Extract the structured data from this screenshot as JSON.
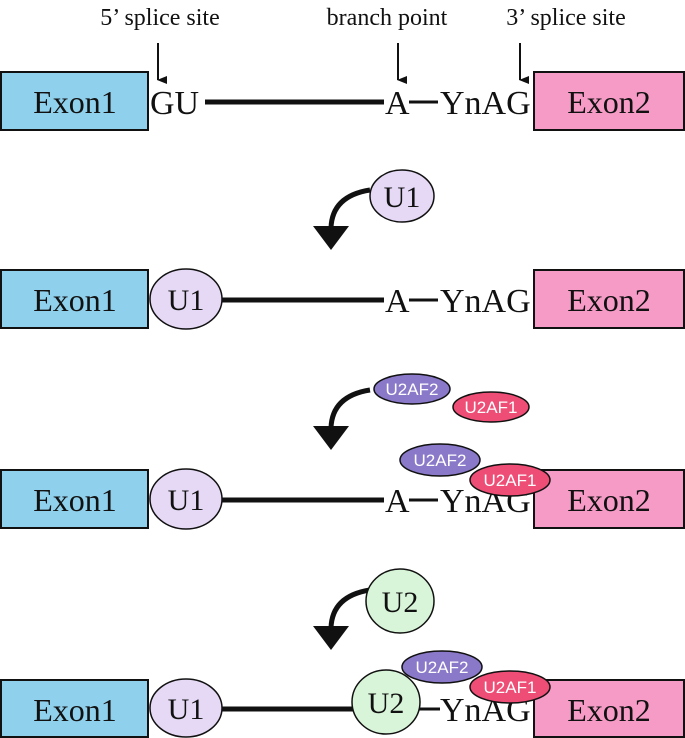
{
  "labels": {
    "five_prime": "5’ splice site",
    "branch_point": "branch point",
    "three_prime": "3’ splice site"
  },
  "exon1": "Exon1",
  "exon2": "Exon2",
  "seq": {
    "gu": "GU",
    "a": "A",
    "ynag": "YnAG"
  },
  "factors": {
    "u1": "U1",
    "u2": "U2",
    "u2af2": "U2AF2",
    "u2af1": "U2AF1"
  },
  "colors": {
    "exon1": "#8fd0ec",
    "exon2": "#f59bc6",
    "u1": "#e6d9f6",
    "u2": "#d9f5d9",
    "u2af2": "#8a78c8",
    "u2af1": "#ee4d75",
    "line": "#111111"
  }
}
